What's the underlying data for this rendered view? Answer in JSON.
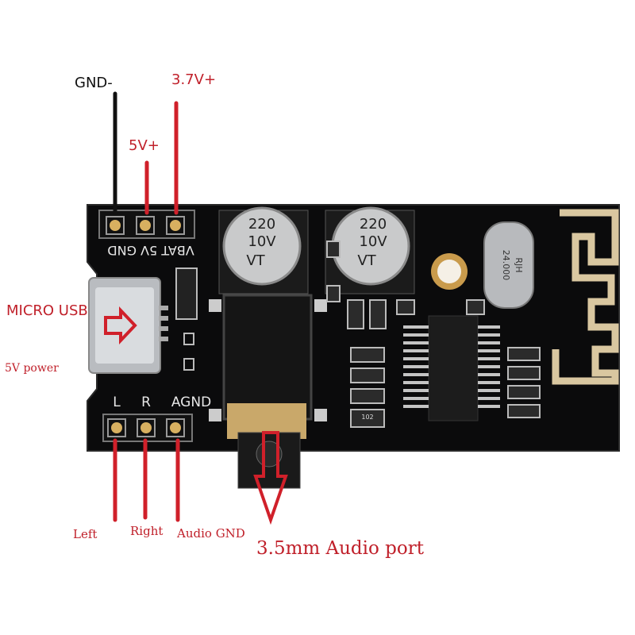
{
  "pin_labels_top": {
    "gnd": "GND-",
    "v37": "3.7V+",
    "v5": "5V+"
  },
  "side_labels": {
    "micro_usb": "MICRO USB",
    "power": "5V power"
  },
  "bottom_labels": {
    "left": "Left",
    "right": "Right",
    "audio_gnd": "Audio GND",
    "audio_port": "3.5mm Audio port"
  },
  "pcb_silkscreen": {
    "top_pins": "VBAT 5V GND",
    "l": "L",
    "r": "R",
    "agnd": "AGND",
    "cap1": [
      "220",
      "10V",
      "VT"
    ],
    "cap2": [
      "220",
      "10V",
      "VT"
    ],
    "crystal": [
      "RJH",
      "24.000"
    ],
    "chip_mark": "102"
  },
  "colors": {
    "arrow_red": "#d0202a",
    "pcb": "#0b0b0c",
    "label_red": "#c0202a"
  }
}
